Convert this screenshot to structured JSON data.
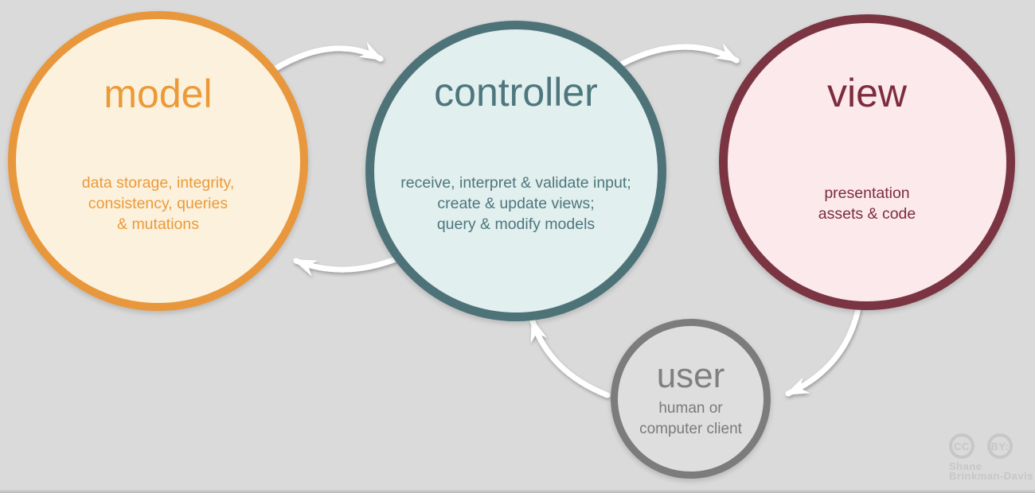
{
  "diagram": {
    "subject": "model-view-controller pattern",
    "background_color": "#dadada",
    "arrow_color": "#ffffff",
    "nodes": {
      "model": {
        "title": "model",
        "description": "data storage, integrity,\nconsistency, queries\n& mutations",
        "border_color": "#e8973c",
        "fill_color": "#fbf1dc",
        "text_color": "#ec9a38"
      },
      "controller": {
        "title": "controller",
        "description": "receive, interpret & validate input;\ncreate & update views;\nquery & modify models",
        "border_color": "#4d7378",
        "fill_color": "#e1efee",
        "text_color": "#4d767d"
      },
      "view": {
        "title": "view",
        "description": "presentation\nassets & code",
        "border_color": "#7b3542",
        "fill_color": "#fbe9ec",
        "text_color": "#7d2c3e"
      },
      "user": {
        "title": "user",
        "description": "human or\ncomputer client",
        "border_color": "#7c7c7c",
        "fill_color": "#dedede",
        "text_color": "#7f7f7f"
      }
    },
    "arrows": [
      {
        "from": "model",
        "to": "controller"
      },
      {
        "from": "controller",
        "to": "view"
      },
      {
        "from": "controller",
        "to": "model"
      },
      {
        "from": "view",
        "to": "user"
      },
      {
        "from": "user",
        "to": "controller"
      }
    ],
    "attribution": {
      "cc_label": "CC",
      "by_label": "BY:",
      "author_line1": "Shane",
      "author_line2": "Brinkman-Davis",
      "color": "#c7c7c7"
    }
  }
}
